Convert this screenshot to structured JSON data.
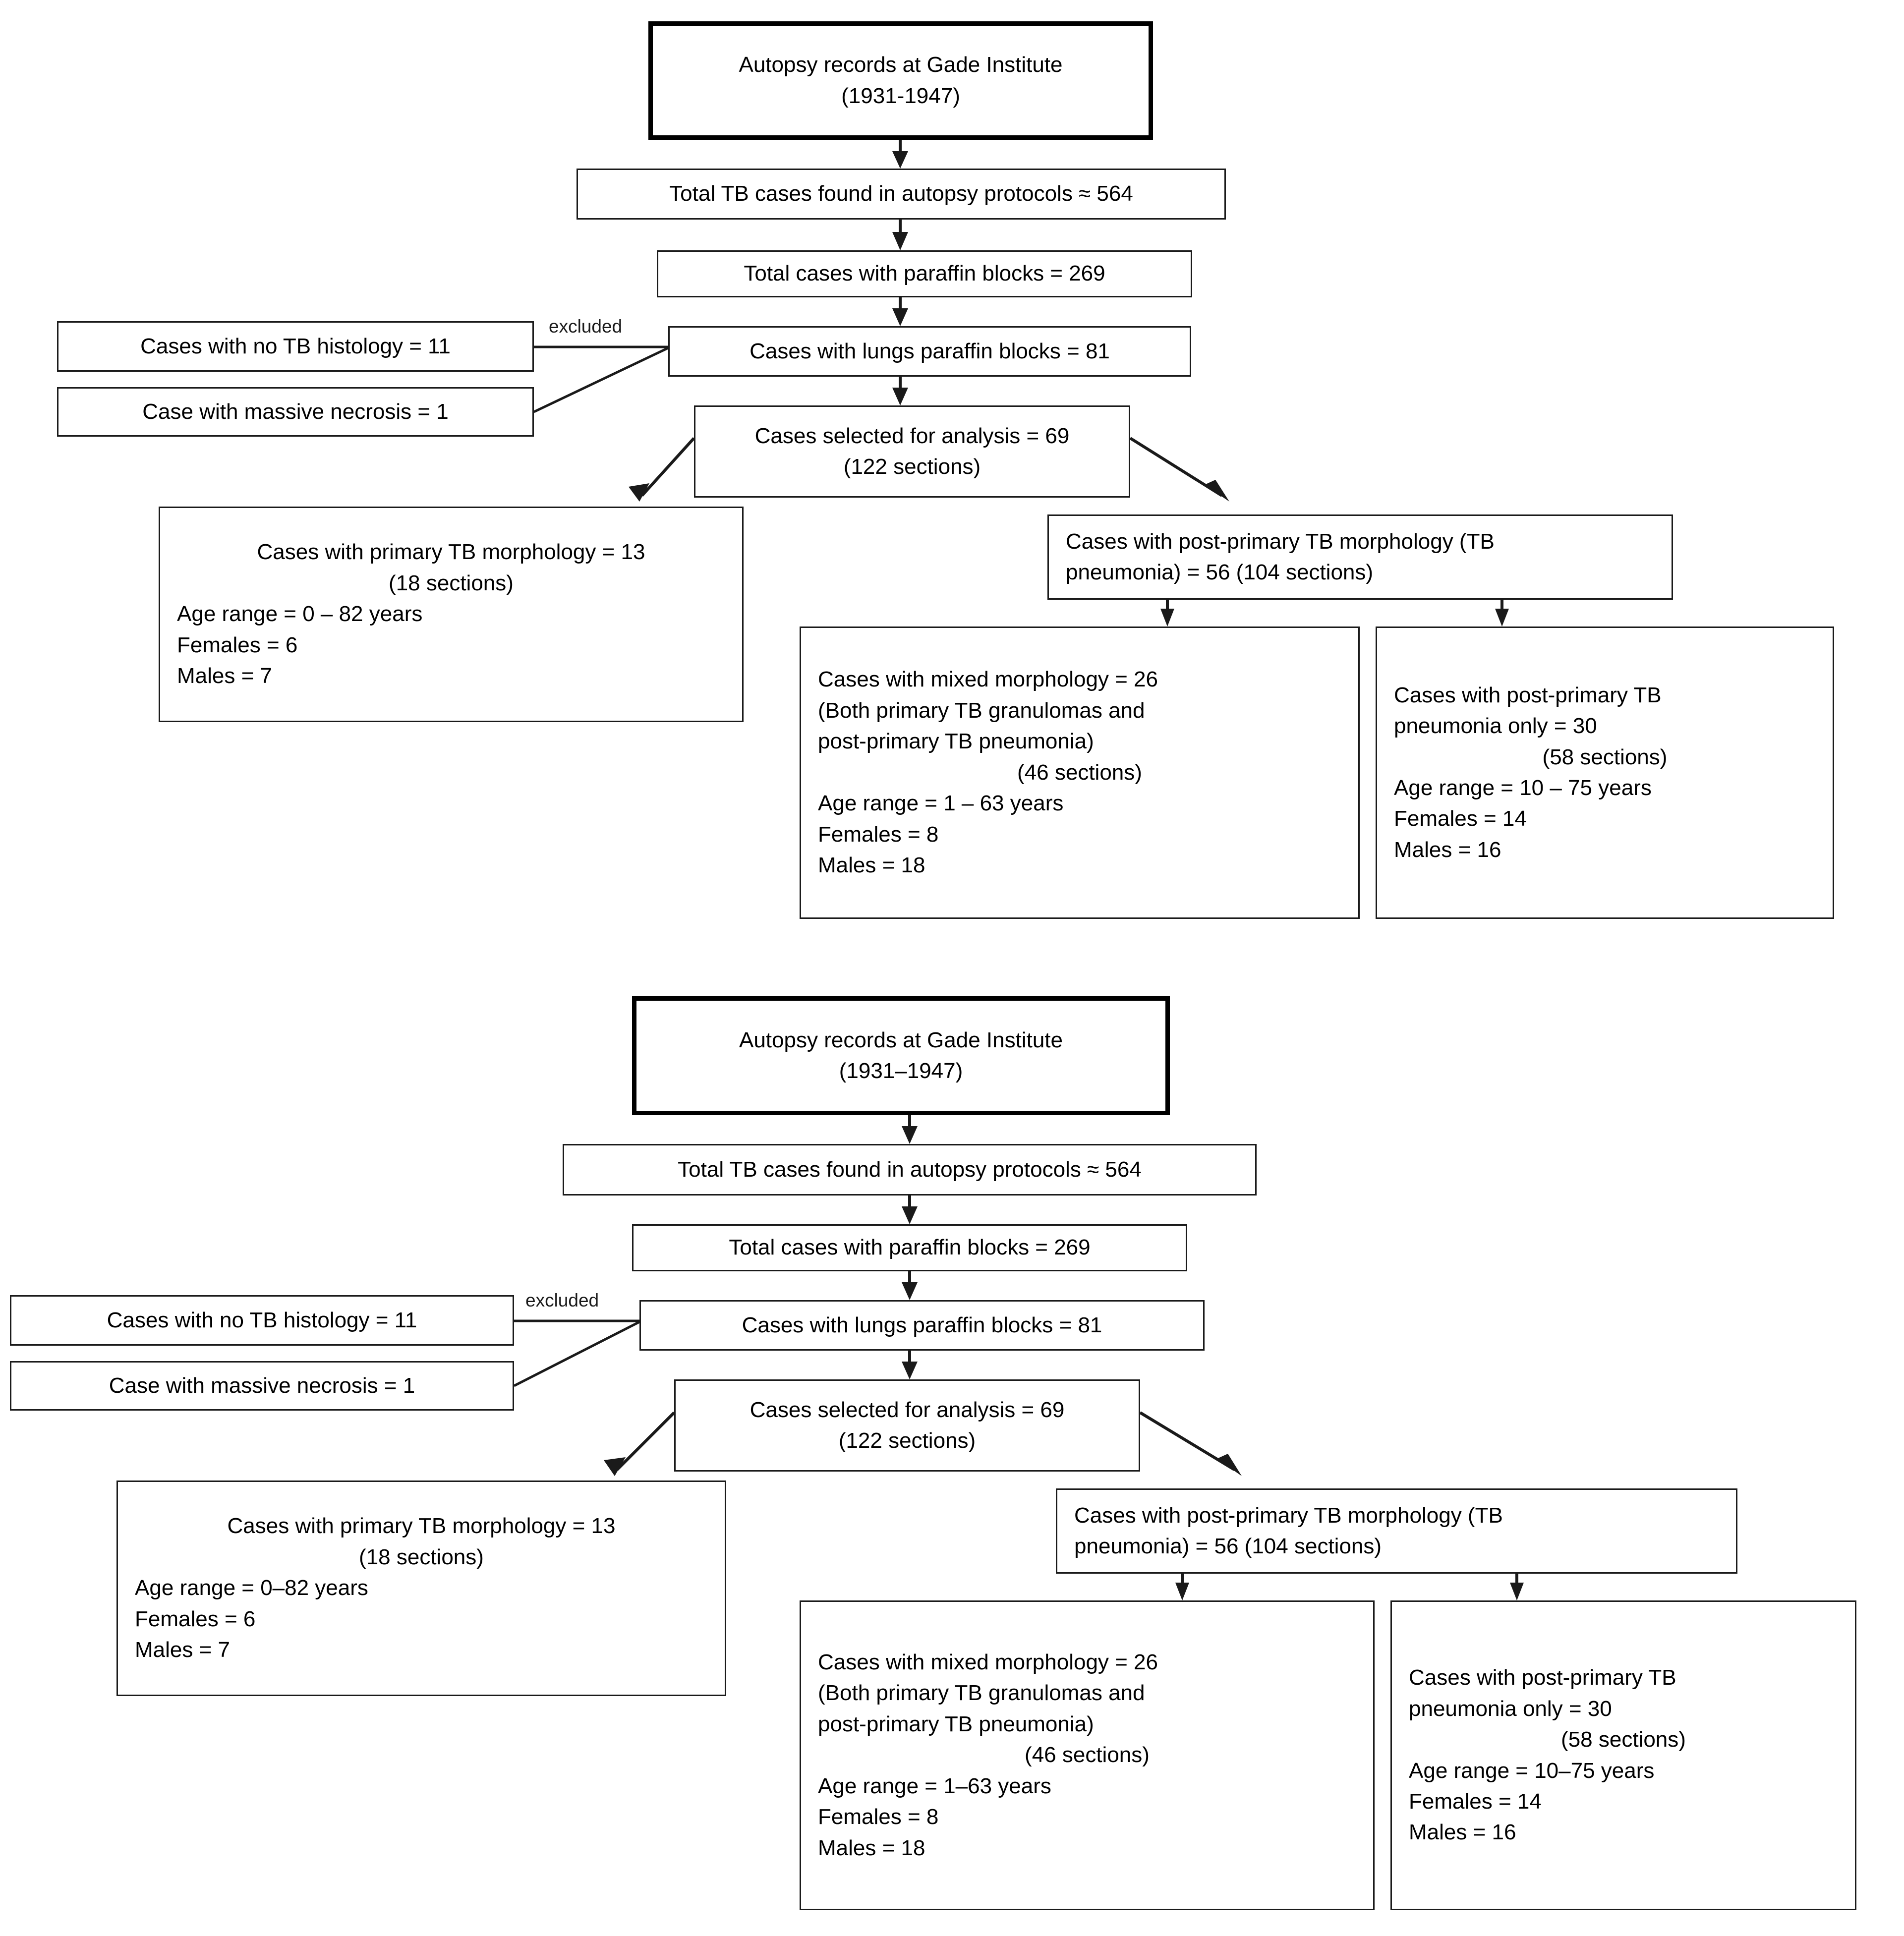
{
  "document": {
    "type": "flowchart",
    "description": "Two near-identical CONSORT-style TB autopsy case selection flow diagrams"
  },
  "charts": [
    {
      "id": "top",
      "nodes": {
        "root": {
          "line1": "Autopsy records at Gade Institute",
          "line2": "(1931-1947)"
        },
        "total_tb": {
          "line1": "Total TB cases found in autopsy protocols ≈ 564"
        },
        "paraffin": {
          "line1": "Total cases with paraffin blocks = 269"
        },
        "lungs": {
          "line1": "Cases with lungs paraffin blocks = 81"
        },
        "excluded_label": "excluded",
        "excl_no_histology": {
          "line1": "Cases with no TB histology = 11"
        },
        "excl_necrosis": {
          "line1": "Case with massive necrosis = 1"
        },
        "selected": {
          "line1": "Cases selected for analysis = 69",
          "line2": "(122 sections)"
        },
        "primary": {
          "line1": "Cases with primary TB morphology = 13",
          "line2": "(18 sections)",
          "line3": "Age range = 0 – 82 years",
          "line4": "Females = 6",
          "line5": "Males = 7"
        },
        "postprimary": {
          "line1": "Cases with post-primary TB morphology (TB",
          "line2": "pneumonia) = 56  (104 sections)"
        },
        "mixed": {
          "line1": "Cases with mixed morphology = 26",
          "line2": "(Both primary TB granulomas and",
          "line3": "post-primary TB pneumonia)",
          "line4": "(46 sections)",
          "line5": "Age range = 1 – 63 years",
          "line6": "Females = 8",
          "line7": "Males = 18"
        },
        "pponly": {
          "line1": "Cases with post-primary TB",
          "line2": "pneumonia only = 30",
          "line3": "(58 sections)",
          "line4": "Age range  = 10 – 75 years",
          "line5": "Females = 14",
          "line6": "Males = 16"
        }
      }
    },
    {
      "id": "bottom",
      "nodes": {
        "root": {
          "line1": "Autopsy records at Gade Institute",
          "line2": "(1931–1947)"
        },
        "total_tb": {
          "line1": "Total TB cases found in autopsy protocols ≈ 564"
        },
        "paraffin": {
          "line1": "Total cases with paraffin blocks = 269"
        },
        "lungs": {
          "line1": "Cases with lungs paraffin blocks = 81"
        },
        "excluded_label": "excluded",
        "excl_no_histology": {
          "line1": "Cases with no TB histology = 11"
        },
        "excl_necrosis": {
          "line1": "Case with massive necrosis = 1"
        },
        "selected": {
          "line1": "Cases selected for analysis = 69",
          "line2": "(122 sections)"
        },
        "primary": {
          "line1": "Cases with primary TB morphology = 13",
          "line2": "(18 sections)",
          "line3": "Age range = 0–82 years",
          "line4": "Females = 6",
          "line5": "Males = 7"
        },
        "postprimary": {
          "line1": "Cases with post-primary TB morphology (TB",
          "line2": "pneumonia) = 56  (104 sections)"
        },
        "mixed": {
          "line1": "Cases with mixed morphology = 26",
          "line2": "(Both primary TB granulomas and",
          "line3": "post-primary TB pneumonia)",
          "line4": "(46 sections)",
          "line5": "Age range = 1–63 years",
          "line6": "Females = 8",
          "line7": "Males = 18"
        },
        "pponly": {
          "line1": "Cases with post-primary TB",
          "line2": "pneumonia only = 30",
          "line3": "(58 sections)",
          "line4": "Age range  = 10–75 years",
          "line5": "Females = 14",
          "line6": "Males = 16"
        }
      }
    }
  ],
  "colors": {
    "stroke": "#1a1a1a",
    "thick_stroke": "#000000",
    "background": "#ffffff",
    "text": "#000000"
  }
}
